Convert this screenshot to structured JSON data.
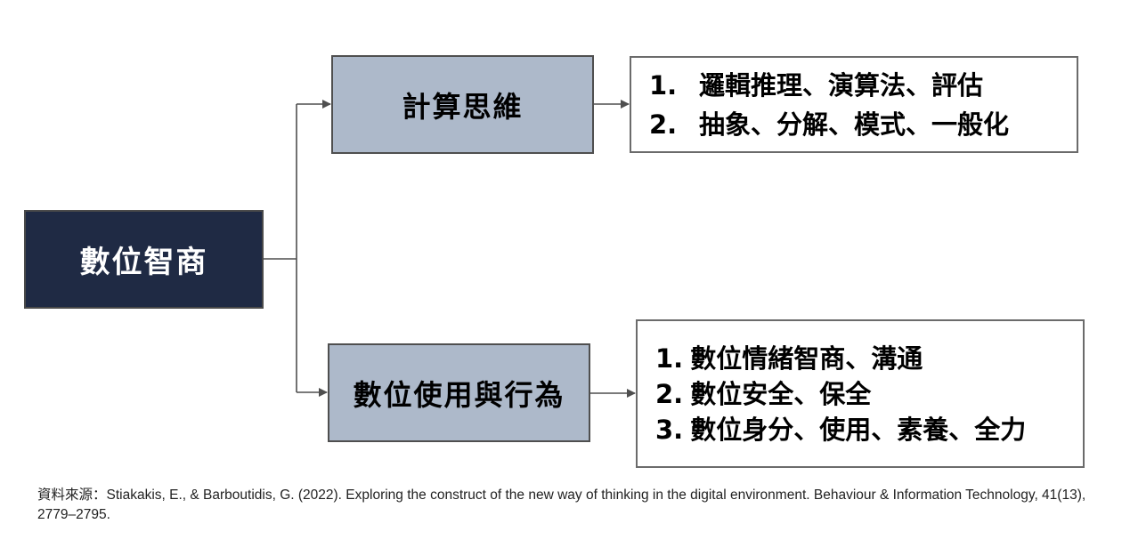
{
  "root": {
    "label": "數位智商"
  },
  "branches": [
    {
      "label": "計算思維",
      "items": [
        {
          "num": "1.",
          "text": "邏輯推理、演算法、評估"
        },
        {
          "num": "2.",
          "text": "抽象、分解、模式、一般化"
        }
      ]
    },
    {
      "label": "數位使用與行為",
      "items": [
        {
          "num": "1.",
          "text": "數位情緒智商、溝通"
        },
        {
          "num": "2.",
          "text": "數位安全、保全"
        },
        {
          "num": "3.",
          "text": "數位身分、使用、素養、全力"
        }
      ]
    }
  ],
  "footer": {
    "source_label": "資料來源：",
    "citation": "Stiakakis, E., & Barboutidis, G. (2022). Exploring the construct of the new way of thinking in the digital environment. Behaviour & Information Technology, 41(13), 2779–2795."
  },
  "colors": {
    "root_fill": "#1f2a44",
    "branch_fill": "#adb9ca",
    "leaf_fill": "#ffffff",
    "connector": "#4f4f4f"
  }
}
